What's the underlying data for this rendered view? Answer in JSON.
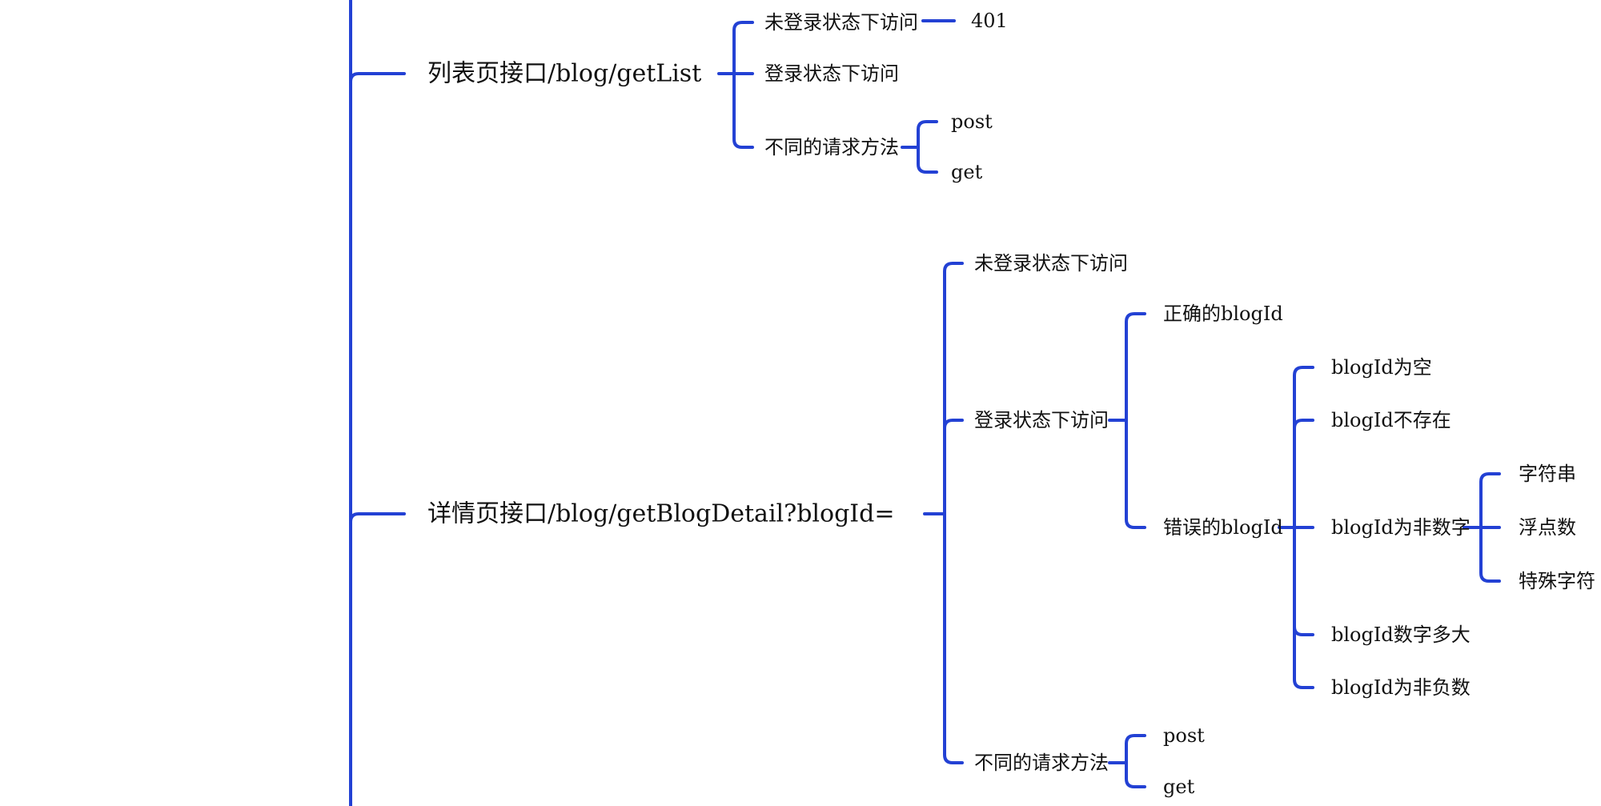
{
  "colors": {
    "line": "#2341d4",
    "text": "#111111",
    "background": "#ffffff"
  },
  "topics": [
    {
      "label": "列表页接口/blog/getList",
      "children": [
        {
          "label": "未登录状态下访问",
          "children": [
            {
              "label": "401"
            }
          ]
        },
        {
          "label": "登录状态下访问"
        },
        {
          "label": "不同的请求方法",
          "children": [
            {
              "label": "post"
            },
            {
              "label": "get"
            }
          ]
        }
      ]
    },
    {
      "label": "详情页接口/blog/getBlogDetail?blogId=",
      "children": [
        {
          "label": "未登录状态下访问"
        },
        {
          "label": "登录状态下访问",
          "children": [
            {
              "label": "正确的blogId"
            },
            {
              "label": "错误的blogId",
              "children": [
                {
                  "label": "blogId为空"
                },
                {
                  "label": "blogId不存在"
                },
                {
                  "label": "blogId为非数字",
                  "children": [
                    {
                      "label": "字符串"
                    },
                    {
                      "label": "浮点数"
                    },
                    {
                      "label": "特殊字符"
                    }
                  ]
                },
                {
                  "label": "blogId数字多大"
                },
                {
                  "label": "blogId为非负数"
                }
              ]
            }
          ]
        },
        {
          "label": "不同的请求方法",
          "children": [
            {
              "label": "post"
            },
            {
              "label": "get"
            }
          ]
        }
      ]
    }
  ]
}
